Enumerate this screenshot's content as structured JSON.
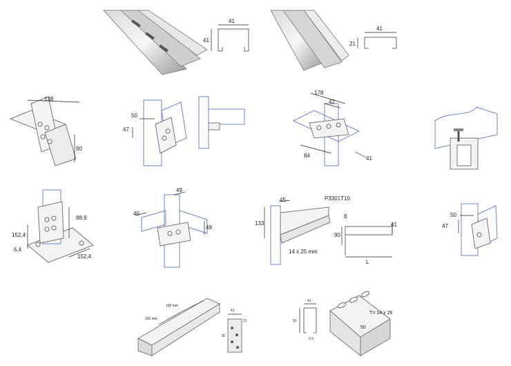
{
  "channel_deep": {
    "width": "41",
    "height": "41"
  },
  "channel_shallow": {
    "width": "41",
    "height": "21"
  },
  "cross_fitting": {
    "width": "138",
    "height": "90"
  },
  "angle_bracket": {
    "dim_a": "50",
    "dim_b": "47"
  },
  "tee_fitting": {
    "length": "178",
    "spacing": "42",
    "base": "84",
    "depth": "41"
  },
  "post_base": {
    "height": "88,9",
    "plate_a": "152,4",
    "plate_b": "152,4",
    "thickness": "6,4"
  },
  "four_way": {
    "top": "49",
    "left": "40",
    "right": "49"
  },
  "cantilever": {
    "part_no": "P3301T10",
    "top": "45",
    "height": "133",
    "slot": "14 x 25 mm",
    "section_width": "41",
    "section_depth": "90",
    "slot_w": "8",
    "length": "L"
  },
  "small_angle": {
    "dim_a": "50",
    "dim_b": "47"
  },
  "perforated_channel": {
    "spacing_a": "100 mm",
    "spacing_b": "100 mm",
    "profile_w": "41",
    "profile_h": "78",
    "lip": "21"
  },
  "slotted_channel": {
    "width": "41",
    "height": "53",
    "thickness": "2.5",
    "slot": "T= 14 x 28",
    "pitch": "50"
  }
}
